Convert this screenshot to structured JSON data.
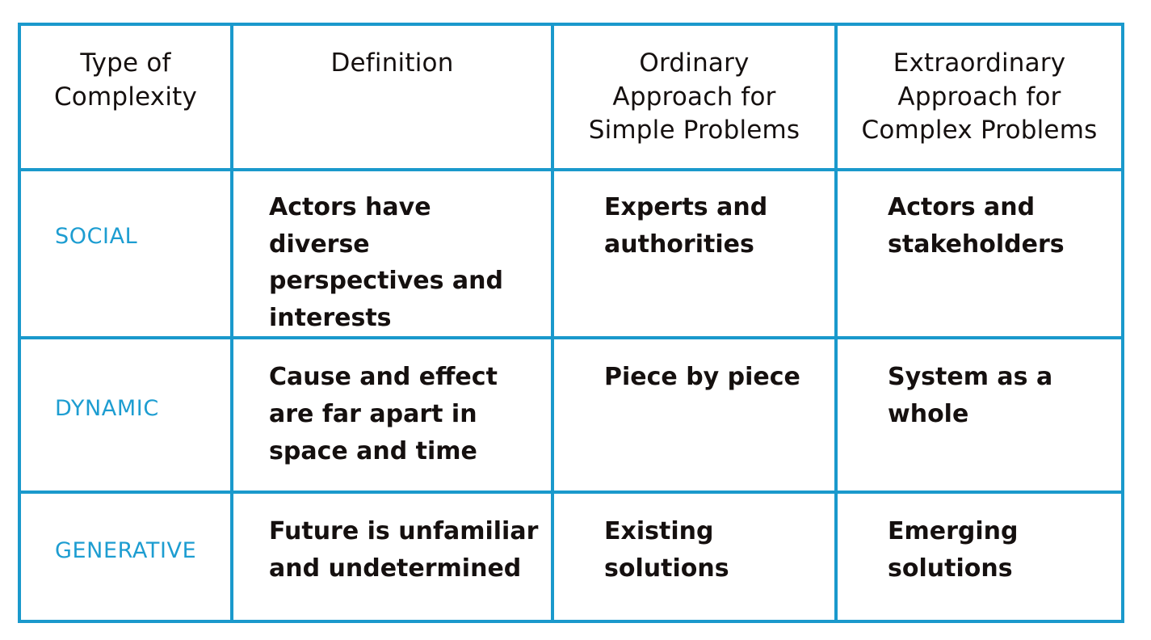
{
  "table": {
    "columns": [
      {
        "id": "type",
        "header": "Type of\nComplexity"
      },
      {
        "id": "definition",
        "header": "Definition"
      },
      {
        "id": "ordinary",
        "header": "Ordinary\nApproach for\nSimple Problems"
      },
      {
        "id": "extraordinary",
        "header": "Extraordinary\nApproach for\nComplex Problems"
      }
    ],
    "header_lines": {
      "type": [
        "Type of",
        "Complexity"
      ],
      "definition": [
        "Definition"
      ],
      "ordinary": [
        "Ordinary",
        "Approach for",
        "Simple Problems"
      ],
      "extraordinary": [
        "Extraordinary",
        "Approach for",
        "Complex Problems"
      ]
    },
    "rows": [
      {
        "type": "SOCIAL",
        "definition": "Actors have diverse perspectives and interests",
        "definition_lines": [
          "Actors have diverse",
          "perspectives and",
          "interests"
        ],
        "ordinary": "Experts and authorities",
        "ordinary_lines": [
          "Experts and",
          "authorities"
        ],
        "extraordinary": "Actors and stakeholders",
        "extraordinary_lines": [
          "Actors and",
          "stakeholders"
        ]
      },
      {
        "type": "DYNAMIC",
        "definition": "Cause and effect are far apart in space and time",
        "definition_lines": [
          "Cause and effect",
          "are far apart in",
          "space and time"
        ],
        "ordinary": "Piece by piece",
        "ordinary_lines": [
          "Piece by piece"
        ],
        "extraordinary": "System as a whole",
        "extraordinary_lines": [
          "System as a",
          "whole"
        ]
      },
      {
        "type": "GENERATIVE",
        "definition": "Future is unfamiliar and undetermined",
        "definition_lines": [
          "Future is unfamiliar",
          "and undetermined"
        ],
        "ordinary": "Existing solutions",
        "ordinary_lines": [
          "Existing",
          "solutions"
        ],
        "extraordinary": "Emerging solutions",
        "extraordinary_lines": [
          "Emerging",
          "solutions"
        ]
      }
    ]
  },
  "colors": {
    "border": "#1a99cc",
    "type_label": "#1d9dd1",
    "body_text": "#15100f",
    "background": "#ffffff"
  }
}
